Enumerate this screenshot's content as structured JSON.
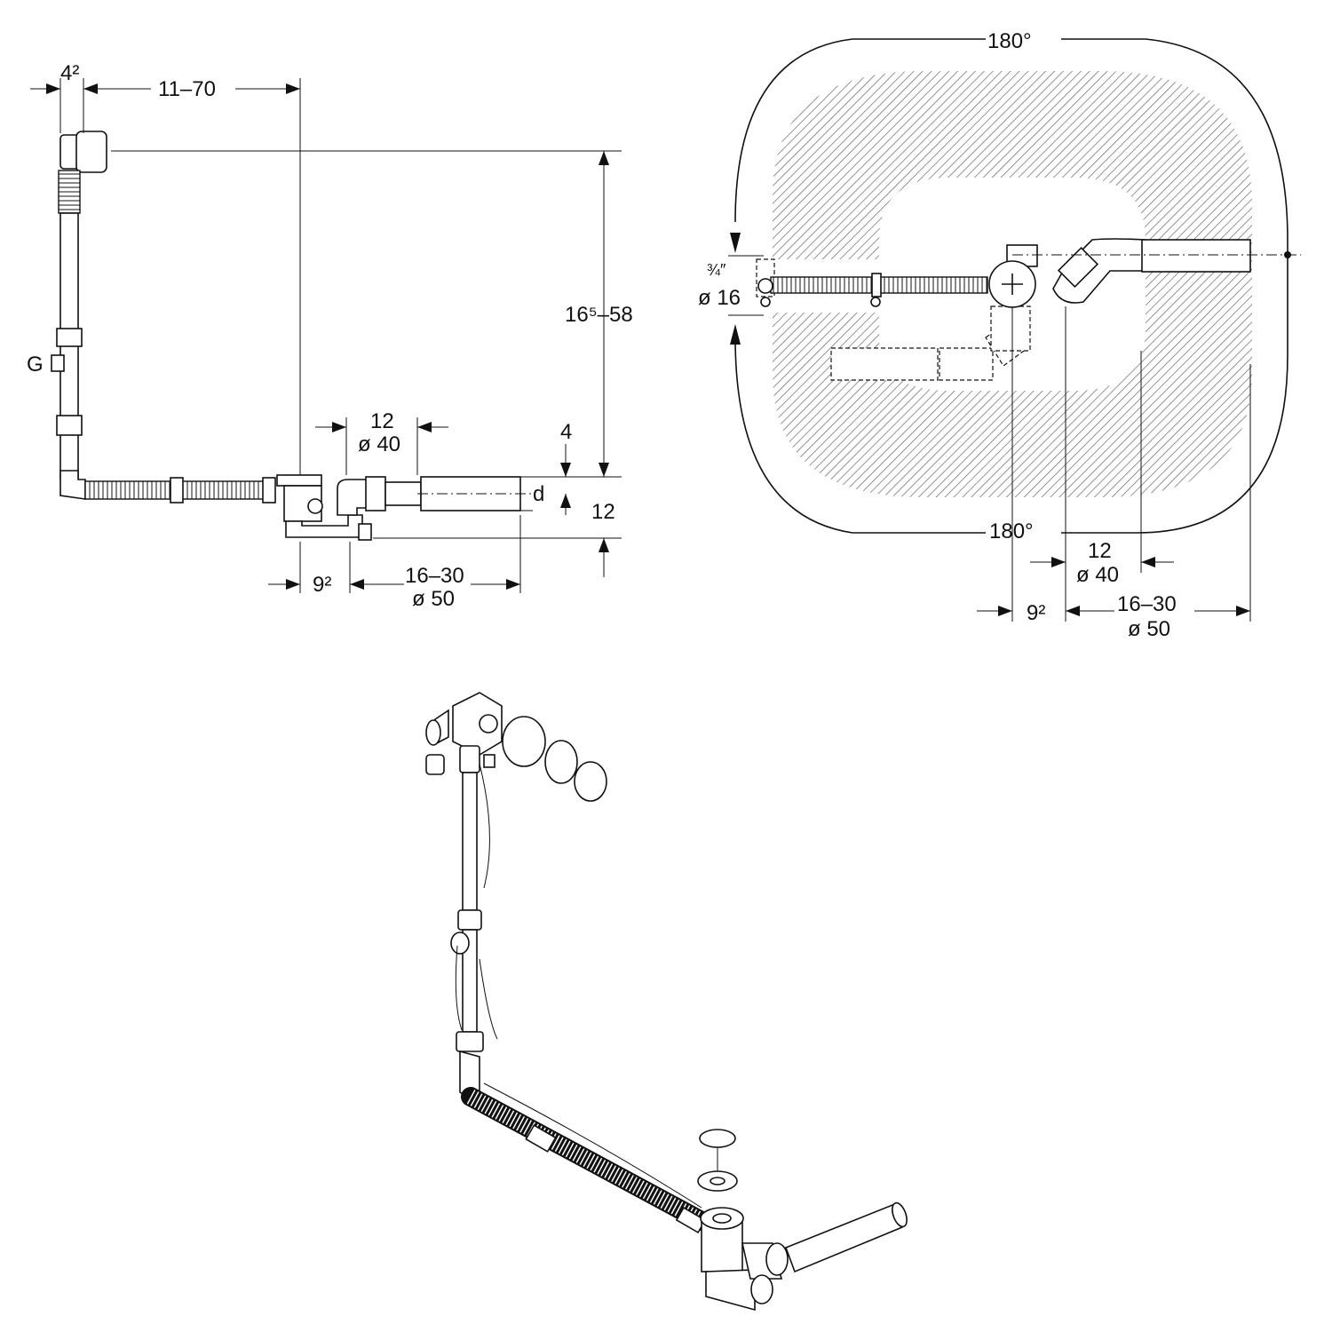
{
  "side_view": {
    "dim_overflow_offset": "4²",
    "dim_overflow_range": "11–70",
    "dim_height_range": "16⁵–58",
    "label_g": "G",
    "dim_outlet_len": "12",
    "dim_outlet_dia": "ø 40",
    "dim_top": "4",
    "label_d": "d",
    "dim_trap_height": "12",
    "dim_waste_offset": "9²",
    "dim_tail_len": "16–30",
    "dim_tail_dia": "ø 50"
  },
  "plan_view": {
    "rotation_top": "180°",
    "thread_size": "¾″",
    "dim_hose_dia": "ø 16",
    "rotation_bottom": "180°",
    "dim_outlet_len": "12",
    "dim_outlet_dia": "ø 40",
    "dim_waste_offset": "9²",
    "dim_tail_len": "16–30",
    "dim_tail_dia": "ø 50"
  }
}
